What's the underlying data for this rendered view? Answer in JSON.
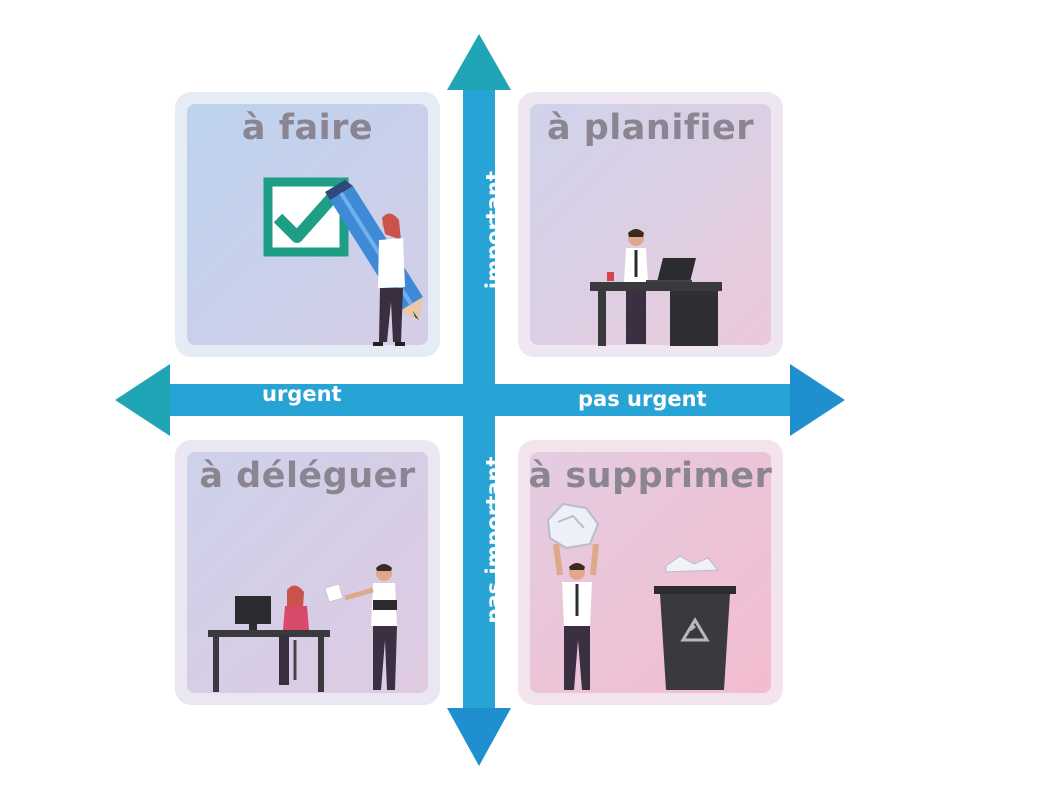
{
  "quadrants": {
    "do": {
      "title": "à faire"
    },
    "plan": {
      "title": "à planifier"
    },
    "delegate": {
      "title": "à déléguer"
    },
    "delete": {
      "title": "à supprimer"
    }
  },
  "axes": {
    "left_label": "urgent",
    "right_label": "pas urgent",
    "top_label": "important",
    "bottom_label": "pas important",
    "color": "#27a3d6",
    "arrow_color_teal": "#1fa5b5"
  },
  "colors": {
    "title_text": "#8a8590",
    "checkbox_green": "#1f9e86",
    "pencil_blue": "#3f8ad6",
    "desk_dark": "#3a3a3e"
  },
  "icons": [
    "checkbox-check-icon",
    "pencil-icon",
    "laptop-icon",
    "computer-monitor-icon",
    "paper-icon",
    "trash-bin-icon",
    "recycle-icon"
  ]
}
